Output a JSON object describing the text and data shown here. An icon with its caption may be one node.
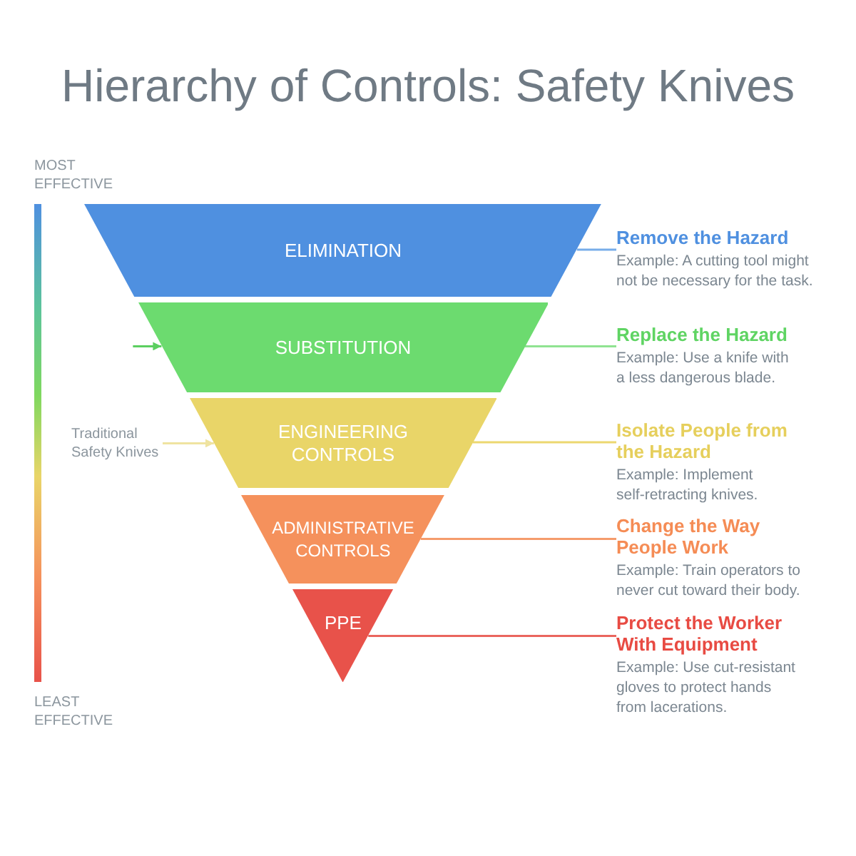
{
  "diagram": {
    "title": "Hierarchy of Controls: Safety Knives",
    "nodes": [
      {
        "text": [
          "ELIMINATION"
        ]
      },
      {
        "text": [
          "SUBSTITUTION"
        ]
      },
      {
        "text": [
          "ENGINEERING CONTROLS"
        ]
      },
      {
        "text": [
          "ADMINISTRATIVE CONTROLS"
        ]
      },
      {
        "text": [
          "PPE"
        ]
      },
      {
        "text": [
          "Remove the Hazard",
          "Example: A cutting tool might not be necessary for the task."
        ]
      },
      {
        "text": [
          "Replace the Hazard",
          "Example: Use a knife with a less dangerous blade."
        ]
      },
      {
        "text": [
          "Isolate People from the Hazard",
          "Example: Implement self-retracting knives."
        ]
      },
      {
        "text": [
          "Change the Way People Work",
          "Example: Train operators to never cut toward their body."
        ]
      },
      {
        "text": [
          "Protect the Worker With Equipment",
          "Example: Use cut-resistant gloves to protect hands from lacerations."
        ]
      },
      {
        "text": [
          "Traditional Safety Knives"
        ]
      }
    ],
    "edges": [
      {
        "from": 0,
        "to": 5,
        "arrow": "none",
        "color": "#78ade9"
      },
      {
        "from": 1,
        "to": 6,
        "arrow": "none",
        "color": "#8fe391"
      },
      {
        "from": 2,
        "to": 7,
        "arrow": "none",
        "color": "#ecd870"
      },
      {
        "from": 3,
        "to": 8,
        "arrow": "none",
        "color": "#f59c6c"
      },
      {
        "from": 4,
        "to": 9,
        "arrow": "none",
        "color": "#ea665e"
      },
      {
        "from": null,
        "to": 1,
        "arrow": "to",
        "color": "#5ccf60"
      },
      {
        "from": 10,
        "to": 2,
        "arrow": "to",
        "color": "#efe3a0"
      }
    ],
    "labels": [
      "MOST EFFECTIVE",
      "LEAST EFFECTIVE"
    ]
  }
}
